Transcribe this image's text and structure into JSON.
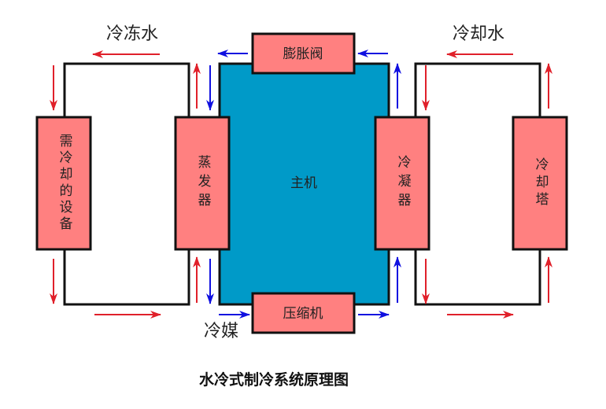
{
  "title": "水冷式制冷系统原理图",
  "labels": {
    "chilled_water": "冷冻水",
    "cooling_water": "冷却水",
    "refrigerant": "冷媒"
  },
  "components": {
    "equipment": "需冷却的设备",
    "evaporator": "蒸发器",
    "main_unit": "主机",
    "condenser": "冷凝器",
    "cooling_tower": "冷却塔",
    "expansion_valve": "膨胀阀",
    "compressor": "压缩机"
  },
  "colors": {
    "component_fill": "#ff8080",
    "main_unit_fill": "#009ac8",
    "water_arrow": "#e0202a",
    "refrigerant_arrow": "#1010e0",
    "line": "#111111"
  }
}
